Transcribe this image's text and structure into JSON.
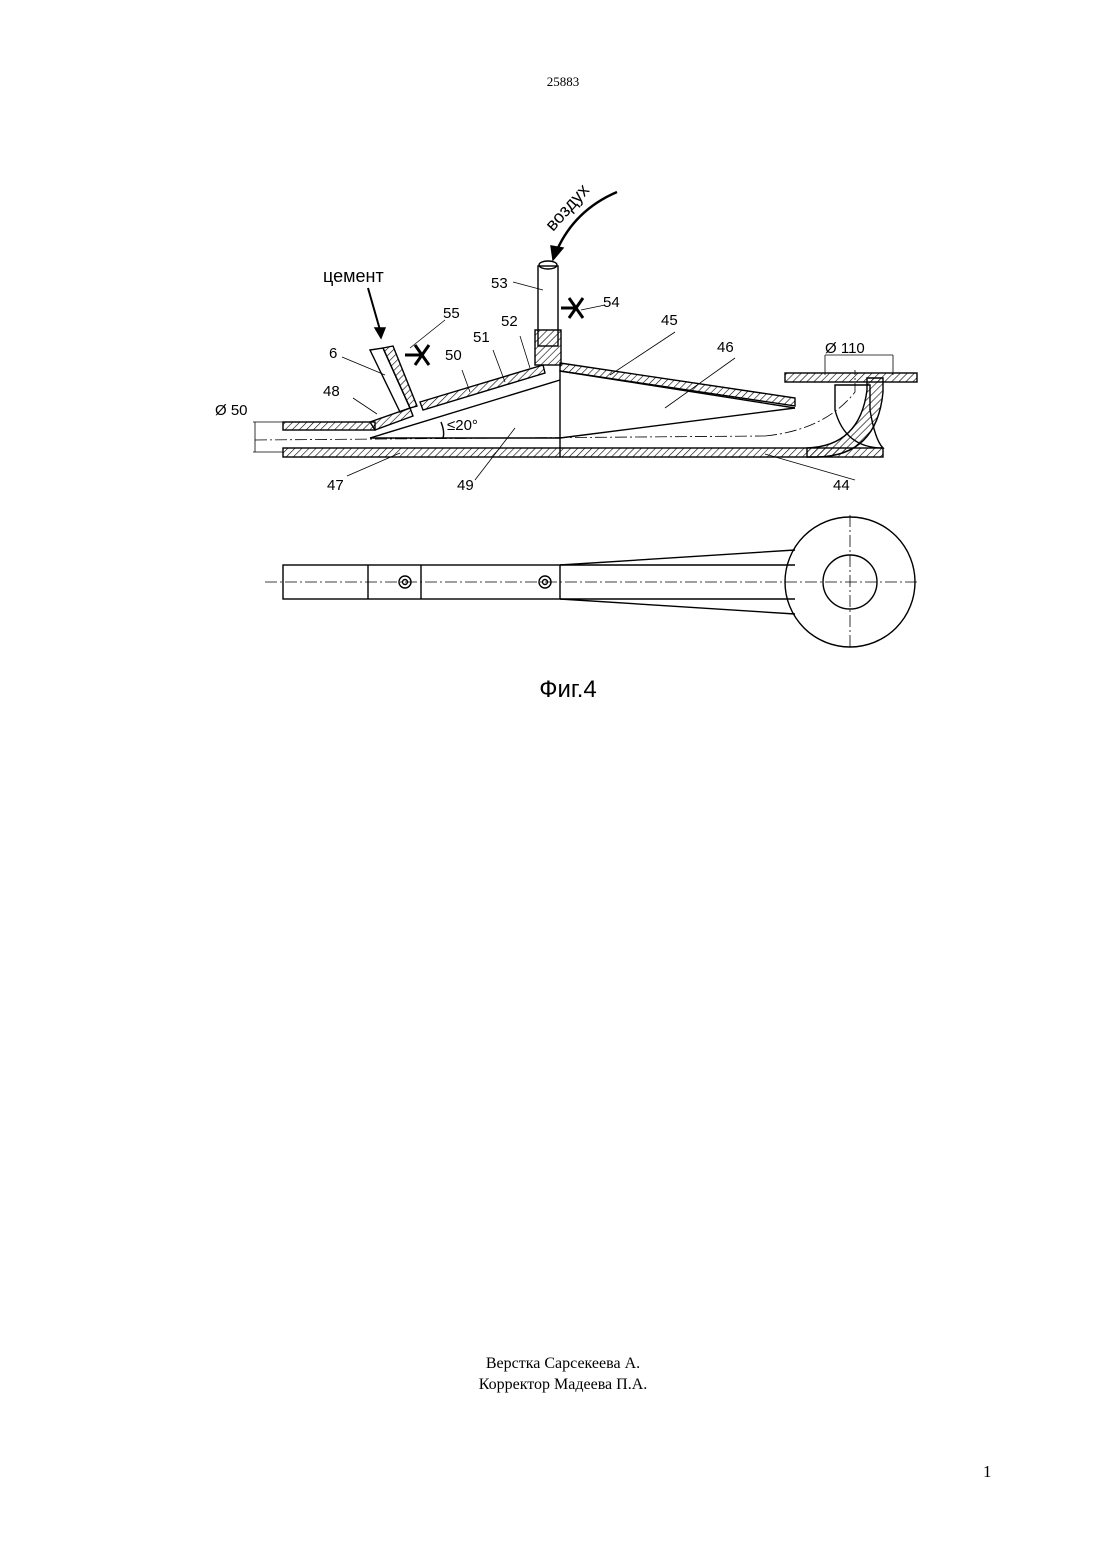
{
  "header": {
    "doc_number": "25883"
  },
  "figure": {
    "caption": "Фиг.4",
    "labels": {
      "cement": "цемент",
      "air": "воздух",
      "dia_inlet": "Ø 50",
      "dia_outlet": "Ø 110",
      "angle": "≤20°",
      "n6": "6",
      "n44": "44",
      "n45": "45",
      "n46": "46",
      "n47": "47",
      "n48": "48",
      "n49": "49",
      "n50": "50",
      "n51": "51",
      "n52": "52",
      "n53": "53",
      "n54": "54",
      "n55": "55"
    }
  },
  "footer": {
    "line1": "Верстка Сарсекеева А.",
    "line2": "Корректор Мадеева П.А."
  },
  "page": {
    "number": "1"
  }
}
